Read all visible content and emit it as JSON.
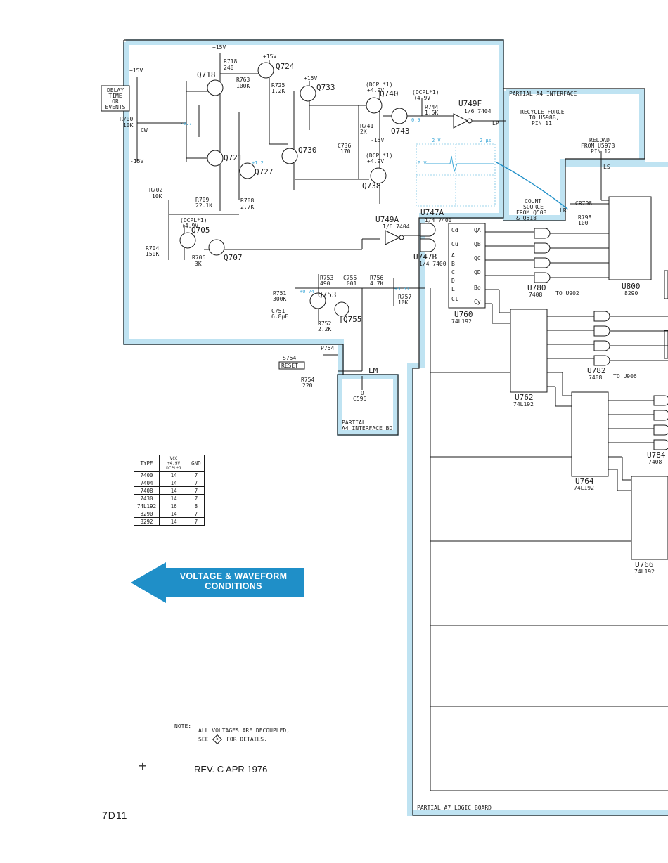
{
  "callout": {
    "line1": "VOLTAGE & WAVEFORM",
    "line2": "CONDITIONS",
    "color": "#1f8fc8"
  },
  "colors": {
    "panel_band": "#bfe3f2",
    "voltage_annotation": "#3fa9d8",
    "ink": "#1a1a1a"
  },
  "left_box": {
    "line1": "DELAY",
    "line2": "TIME",
    "line3": "OR",
    "line4": "EVENTS"
  },
  "panels": {
    "a4_top": "PARTIAL A4 INTERFACE",
    "a4_bottom_1": "PARTIAL",
    "a4_bottom_2": "A4 INTERFACE BD",
    "a7": "PARTIAL A7 LOGIC BOARD"
  },
  "signals": {
    "recycle_1": "RECYCLE FORCE",
    "recycle_2": "TO U598B,",
    "recycle_3": "PIN 11",
    "reload_1": "RELOAD",
    "reload_2": "FROM U597B",
    "reload_3": "PIN 12",
    "count_1": "COUNT",
    "count_2": "SOURCE",
    "count_3": "FROM Q508",
    "count_4": "& Q518",
    "to_c596_1": "TO",
    "to_c596_2": "C596",
    "lm": "LM",
    "lp": "LP",
    "lr": "LR",
    "ls": "LS",
    "reset": "RESET",
    "s754": "S754",
    "p754": "P754",
    "r754": "R754",
    "r754_val": "220"
  },
  "scope": {
    "volts": "2 V",
    "time": "2 μs",
    "zero": "0 V"
  },
  "components": {
    "q718": "Q718",
    "q724": "Q724",
    "q733": "Q733",
    "q740": "Q740",
    "q743": "Q743",
    "q721": "Q721",
    "q727": "Q727",
    "q730": "Q730",
    "q738": "Q738",
    "q705": "Q705",
    "q707": "Q707",
    "q753": "Q753",
    "q755": "Q755",
    "u749f": "U749F",
    "u749f_t": "1/6 7404",
    "u749a": "U749A",
    "u749a_t": "1/6 7404",
    "u747a": "U747A",
    "u747a_t": "1/4 7400",
    "u747b": "U747B",
    "u747b_t": "1/4 7400",
    "u760": "U760",
    "u760_t": "74L192",
    "u762": "U762",
    "u762_t": "74L192",
    "u764": "U764",
    "u764_t": "74L192",
    "u766": "U766",
    "u766_t": "74L192",
    "u780": "U780",
    "u780_t": "7408",
    "u782": "U782",
    "u782_t": "7408",
    "u784": "U784",
    "u784_t": "7408",
    "u800": "U800",
    "u800_t": "8290",
    "to_u902": "TO U902",
    "to_u906": "TO U906",
    "r700": "R700",
    "r700_v": "10K",
    "r702": "R702",
    "r702_v": "10K",
    "r704": "R704",
    "r704_v": "150K",
    "r706": "R706",
    "r706_v": "3K",
    "r709": "R709",
    "r709_v": "22.1K",
    "r708": "R708",
    "r708_v": "2.7K",
    "r718": "R718",
    "r718_v": "240",
    "r763": "R763",
    "r763_v": "100K",
    "r725": "R725",
    "r725_v": "1.2K",
    "r744": "R744",
    "r744_v": "1.5K",
    "r741": "R741",
    "r741_v": "2K",
    "r757": "R757",
    "r757_v": "10K",
    "r756": "R756",
    "r756_v": "4.7K",
    "r753": "R753",
    "r753_v": "490",
    "r751": "R751",
    "r751_v": "300K",
    "r752": "R752",
    "r752_v": "2.2K",
    "r798": "R798",
    "r798_v": "100",
    "c751": "C751",
    "c751_v": "6.8μF",
    "c755": "C755",
    "c755_v": ".001",
    "c736": "C736",
    "c736_v": "170",
    "cr798": "CR798",
    "plus15": "+15V",
    "minus15": "-15V",
    "v49": "+4.9V",
    "dcpl": "(DCPL*1)",
    "cw": "CW"
  },
  "volt_marks": {
    "m1": "-0.7",
    "m2": "+1.2",
    "m3": "+0.74",
    "m4": "+3.31",
    "m5": "0.9"
  },
  "pin_labels": [
    "Cd",
    "Cu",
    "A",
    "B",
    "C",
    "D",
    "L",
    "Cl",
    "QA",
    "QB",
    "QC",
    "QD",
    "Bo",
    "Cy"
  ],
  "table": {
    "headers": [
      "TYPE",
      "VCC +4.9V DCPL*1",
      "GND"
    ],
    "rows": [
      [
        "7400",
        "14",
        "7"
      ],
      [
        "7404",
        "14",
        "7"
      ],
      [
        "7408",
        "14",
        "7"
      ],
      [
        "7430",
        "14",
        "7"
      ],
      [
        "74L192",
        "16",
        "8"
      ],
      [
        "8290",
        "14",
        "7"
      ],
      [
        "8292",
        "14",
        "7"
      ]
    ]
  },
  "note": {
    "label": "NOTE:",
    "line1": "ALL VOLTAGES ARE DECOUPLED,",
    "line2": "SEE",
    "ref": "5",
    "line3": "FOR DETAILS."
  },
  "revision": "REV. C APR 1976",
  "page": "7D11"
}
